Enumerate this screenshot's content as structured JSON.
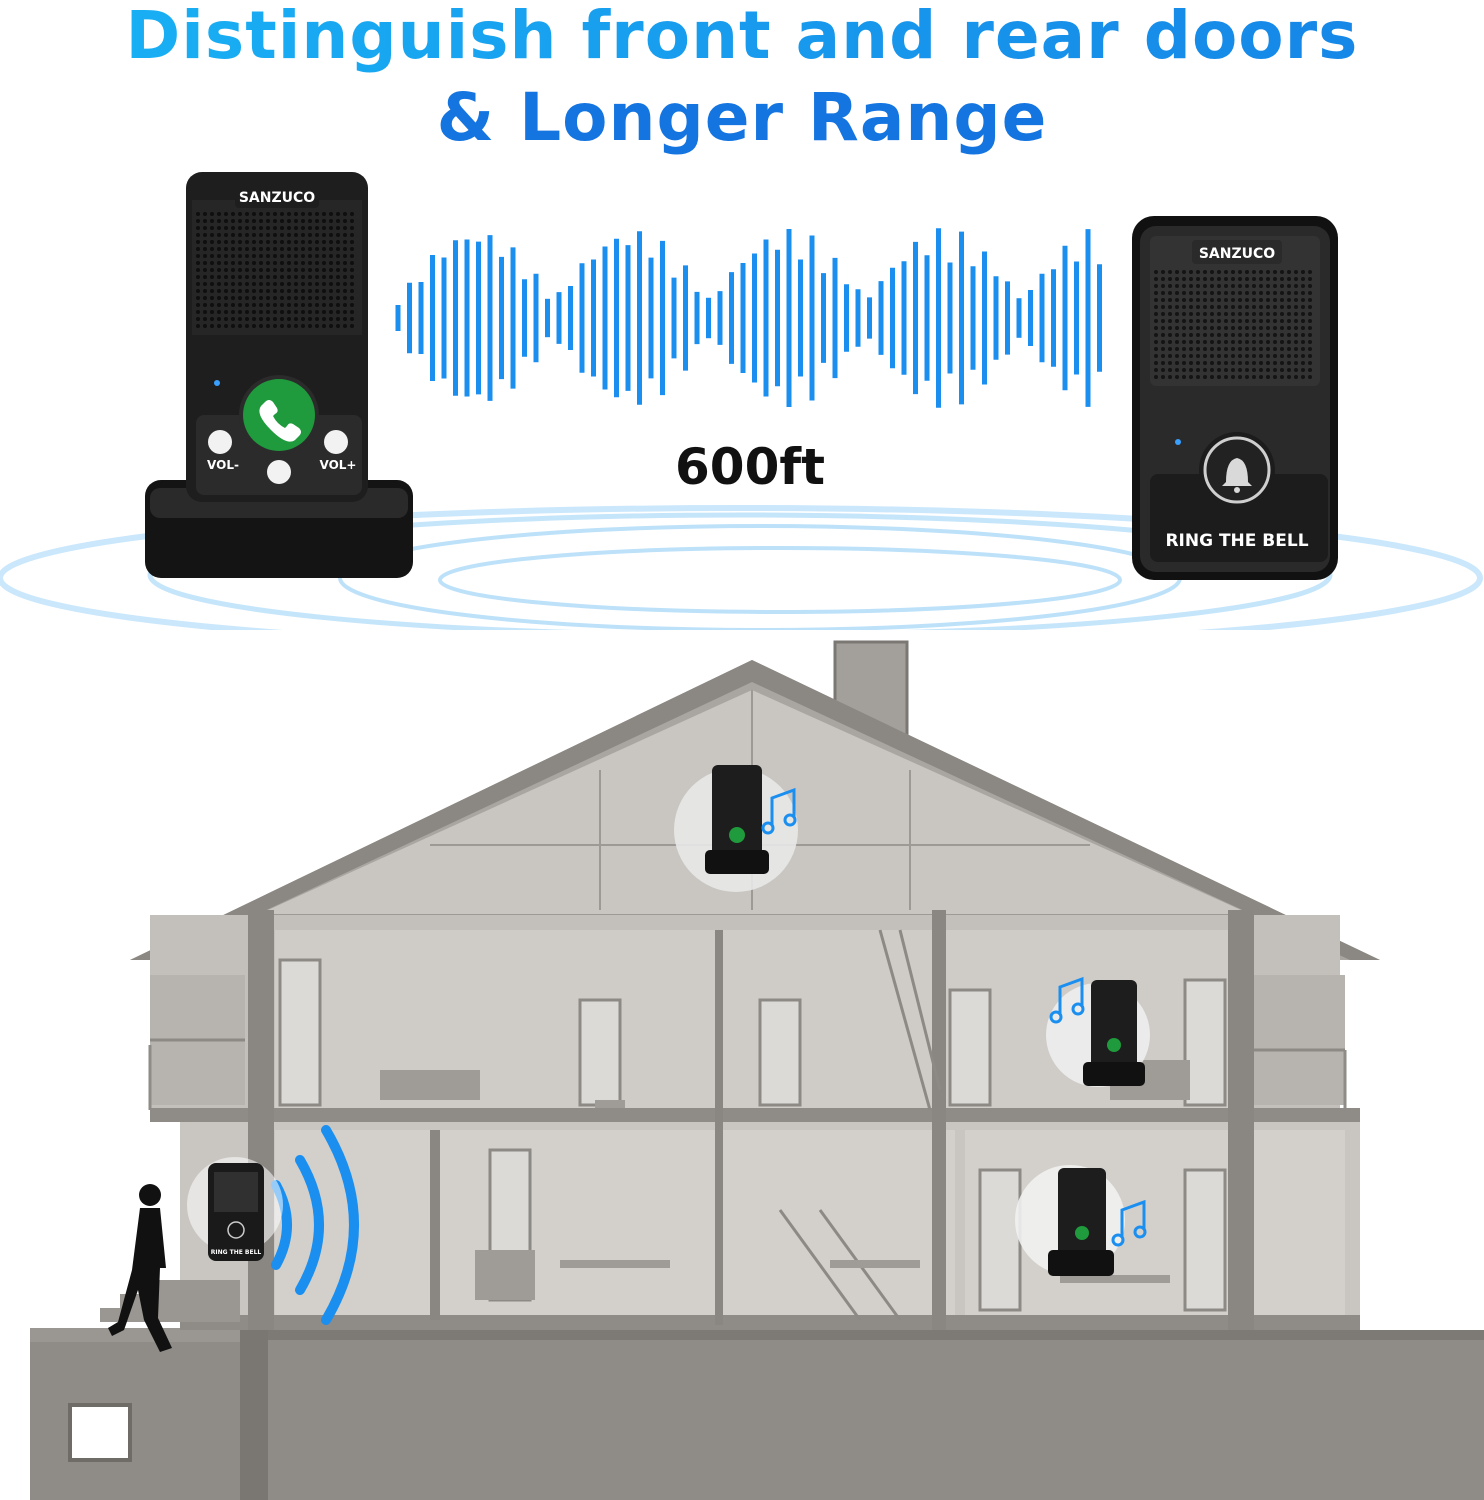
{
  "headline": {
    "line1": "Distinguish front and rear doors",
    "line2": "& Longer Range"
  },
  "range_label": "600ft",
  "receiver": {
    "brand": "SANZUCO",
    "vol_minus": "VOL-",
    "vol_plus": "VOL+",
    "icon": "phone-icon"
  },
  "doorbell": {
    "brand": "SANZUCO",
    "button_label": "RING THE BELL",
    "icon": "bell-icon"
  },
  "mini_doorbell_label": "RING THE BELL",
  "colors": {
    "headline_blue": "#1683e6",
    "wave_blue": "#1a8ff0",
    "device_black": "#1c1c1c",
    "call_green": "#1f9a3c",
    "house_gray": "#8f8b87"
  }
}
